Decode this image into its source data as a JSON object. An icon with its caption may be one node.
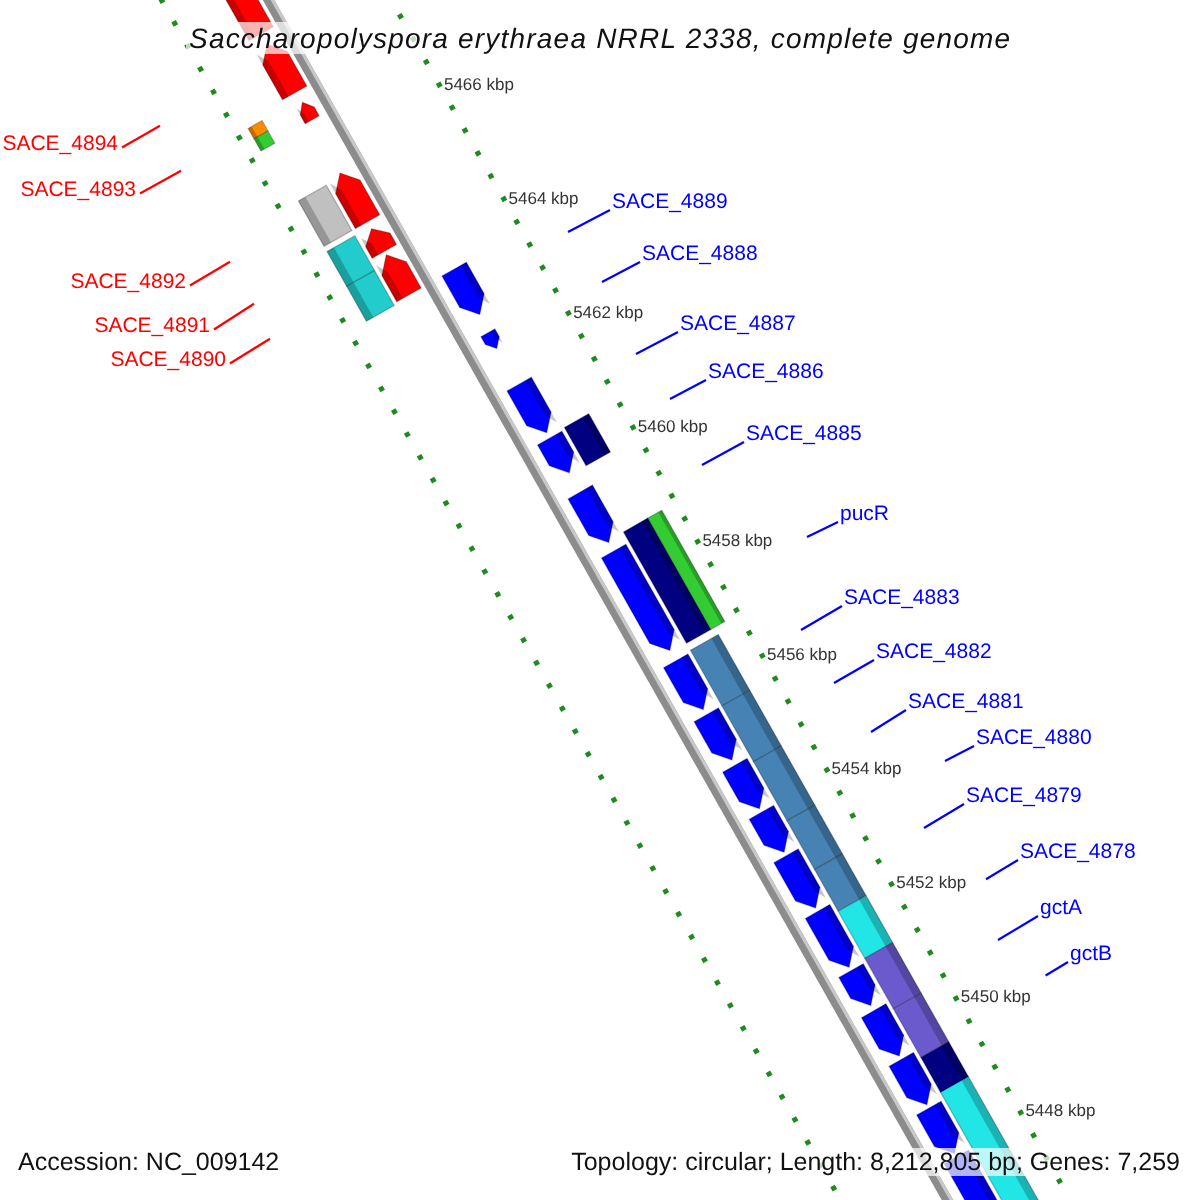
{
  "diagram": {
    "title": "Saccharopolyspora erythraea NRRL 2338, complete genome",
    "nodes": [
      {
        "text": [
          "SACE_4894"
        ]
      },
      {
        "text": [
          "SACE_4893"
        ]
      },
      {
        "text": [
          "SACE_4892"
        ]
      },
      {
        "text": [
          "SACE_4891"
        ]
      },
      {
        "text": [
          "SACE_4890"
        ]
      },
      {
        "text": [
          "SACE_4889"
        ]
      },
      {
        "text": [
          "SACE_4888"
        ]
      },
      {
        "text": [
          "SACE_4887"
        ]
      },
      {
        "text": [
          "SACE_4886"
        ]
      },
      {
        "text": [
          "SACE_4885"
        ]
      },
      {
        "text": [
          "pucR"
        ]
      },
      {
        "text": [
          "SACE_4883"
        ]
      },
      {
        "text": [
          "SACE_4882"
        ]
      },
      {
        "text": [
          "SACE_4881"
        ]
      },
      {
        "text": [
          "SACE_4880"
        ]
      },
      {
        "text": [
          "SACE_4879"
        ]
      },
      {
        "text": [
          "SACE_4878"
        ]
      },
      {
        "text": [
          "gctA"
        ]
      },
      {
        "text": [
          "gctB"
        ]
      }
    ],
    "edges": [
      {
        "from": 0,
        "to": null,
        "arrow": "none",
        "color": "#ff0000"
      },
      {
        "from": 1,
        "to": null,
        "arrow": "none",
        "color": "#ff0000"
      },
      {
        "from": 2,
        "to": null,
        "arrow": "none",
        "color": "#ff0000"
      },
      {
        "from": 3,
        "to": null,
        "arrow": "none",
        "color": "#ff0000"
      },
      {
        "from": 4,
        "to": null,
        "arrow": "none",
        "color": "#ff0000"
      },
      {
        "from": 5,
        "to": null,
        "arrow": "none"
      },
      {
        "from": 6,
        "to": null,
        "arrow": "none"
      },
      {
        "from": 7,
        "to": null,
        "arrow": "none"
      },
      {
        "from": 8,
        "to": null,
        "arrow": "none"
      },
      {
        "from": 9,
        "to": null,
        "arrow": "none"
      },
      {
        "from": 10,
        "to": null,
        "arrow": "none"
      },
      {
        "from": 11,
        "to": null,
        "arrow": "none"
      },
      {
        "from": 12,
        "to": null,
        "arrow": "none"
      },
      {
        "from": 13,
        "to": null,
        "arrow": "none"
      },
      {
        "from": 14,
        "to": null,
        "arrow": "none"
      },
      {
        "from": 15,
        "to": null,
        "arrow": "none"
      },
      {
        "from": 16,
        "to": null,
        "arrow": "none"
      },
      {
        "from": 17,
        "to": null,
        "arrow": "none"
      },
      {
        "from": 18,
        "to": null,
        "arrow": "none"
      }
    ],
    "labels": [
      "5466 kbp",
      "5464 kbp",
      "5462 kbp",
      "5460 kbp",
      "5458 kbp",
      "5456 kbp",
      "5454 kbp",
      "5452 kbp",
      "5450 kbp",
      "5448 kbp",
      "Accession: NC_009142",
      "Topology: circular; Length: 8,212,805 bp; Genes: 7,259"
    ]
  }
}
